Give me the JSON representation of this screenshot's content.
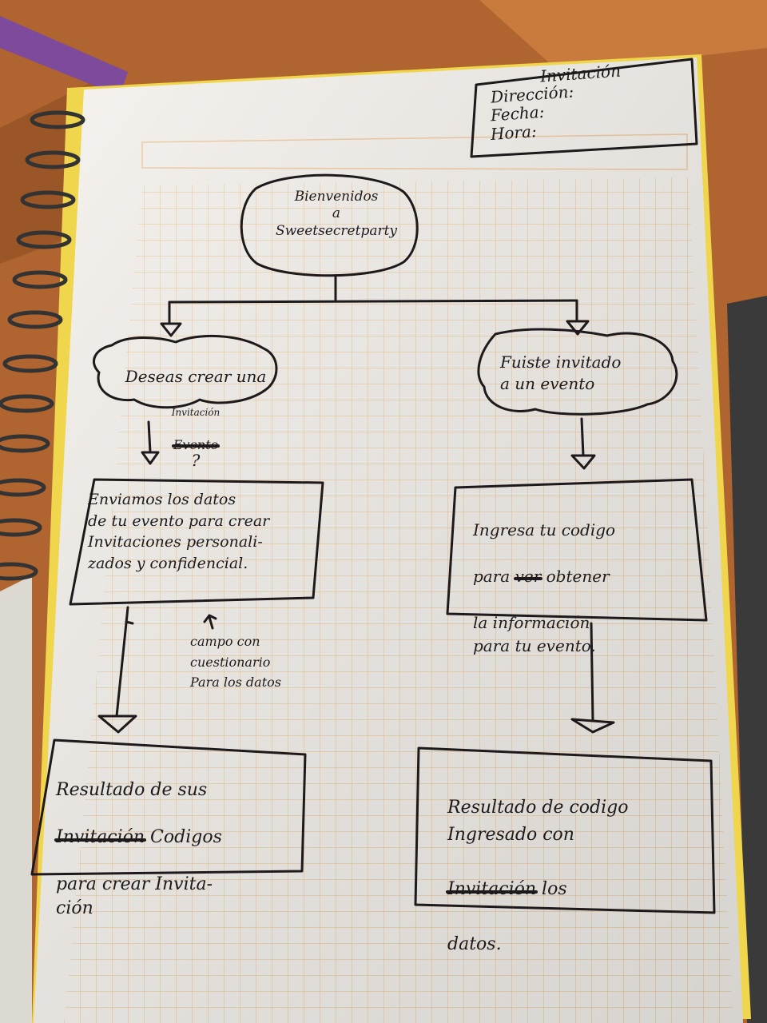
{
  "invitation_card": {
    "title": "Invitación",
    "fields": [
      "Dirección:",
      "Fecha:",
      "Hora:"
    ]
  },
  "start": {
    "text": "Bienvenidos\na\nSweetsecretparty"
  },
  "left_branch": {
    "question_line1": "Deseas crear una",
    "question_insert": "Invitación",
    "question_struck": "Evento",
    "question_mark": "?",
    "step_text": "Enviamos los datos\nde tu evento para crear\nInvitaciones personali-\nzados y confidencial.",
    "note_text": "campo con\ncuestionario\nPara los datos",
    "result_line1": "Resultado de sus",
    "result_struck": "Invitación",
    "result_line2_rest": " Codigos",
    "result_line3": "para crear Invita-\nción"
  },
  "right_branch": {
    "question_text": "Fuiste invitado\na un evento",
    "step_line1": "Ingresa tu codigo",
    "step_line2_start": "para ",
    "step_struck": "ver",
    "step_line2_end": " obtener",
    "step_line3": "la información\npara tu evento.",
    "result_line1": "Resultado de codigo\nIngresado con",
    "result_struck": "Invitación",
    "result_line3_end": " los",
    "result_line4": "datos."
  },
  "colors": {
    "ink": "#1e1a1c",
    "paper": "#f4f1ec",
    "grid": "#efc79a",
    "binding": "#f0d64c",
    "table": "#b0642f"
  }
}
